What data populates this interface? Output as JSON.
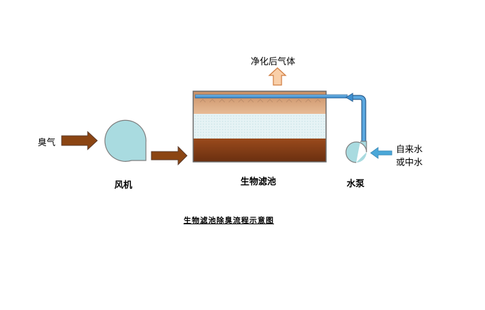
{
  "labels": {
    "odor_gas": "臭气",
    "blower": "风机",
    "biofilter": "生物滤池",
    "pump": "水泵",
    "water_source_line1": "自来水",
    "water_source_line2": "或中水",
    "purified_gas": "净化后气体",
    "caption": "生物滤池除臭流程示意图"
  },
  "colors": {
    "brown_arrow": "#8B4513",
    "arrow_outline": "#5a3a2a",
    "blower_fill": "#a9dbe0",
    "tank_top": "#d9a57c",
    "tank_middle": "#e3f1f3",
    "tank_bottom": "#7b3812",
    "pipe": "#3e8fd0",
    "water_arrow": "#4aa7d8",
    "up_arrow_fill": "#f9cfa9",
    "up_arrow_stroke": "#d07c3f"
  }
}
